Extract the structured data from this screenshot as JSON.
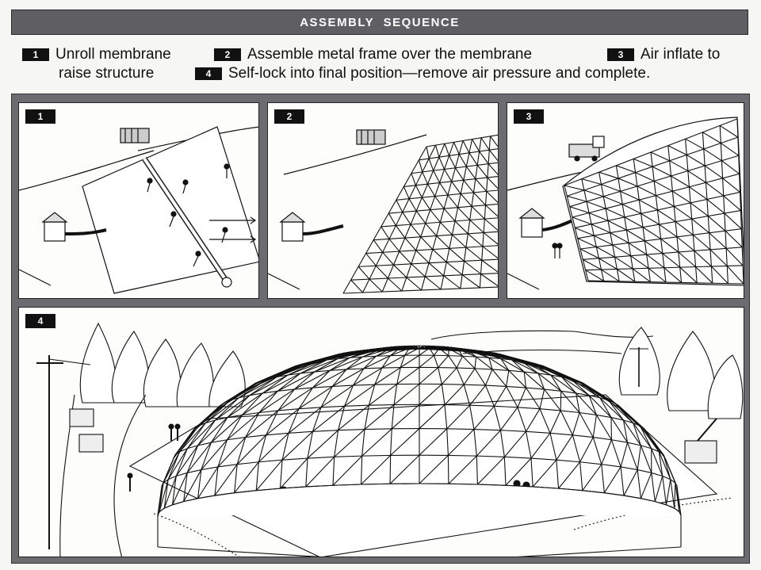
{
  "header": {
    "title": "ASSEMBLY SEQUENCE"
  },
  "legend": {
    "steps": [
      {
        "num": "1",
        "text": "Unroll membrane",
        "cont": "raise structure"
      },
      {
        "num": "2",
        "text": "Assemble metal frame over the membrane"
      },
      {
        "num": "3",
        "text": "Air inflate to"
      },
      {
        "num": "4",
        "text": "Self-lock into final position—remove air pressure and complete."
      }
    ]
  },
  "panels": [
    {
      "num": "1"
    },
    {
      "num": "2"
    },
    {
      "num": "3"
    },
    {
      "num": "4"
    }
  ],
  "colors": {
    "title_bar": "#5f5f63",
    "frame": "#6b6b70",
    "ink": "#111111",
    "paper": "#fdfdfb"
  }
}
